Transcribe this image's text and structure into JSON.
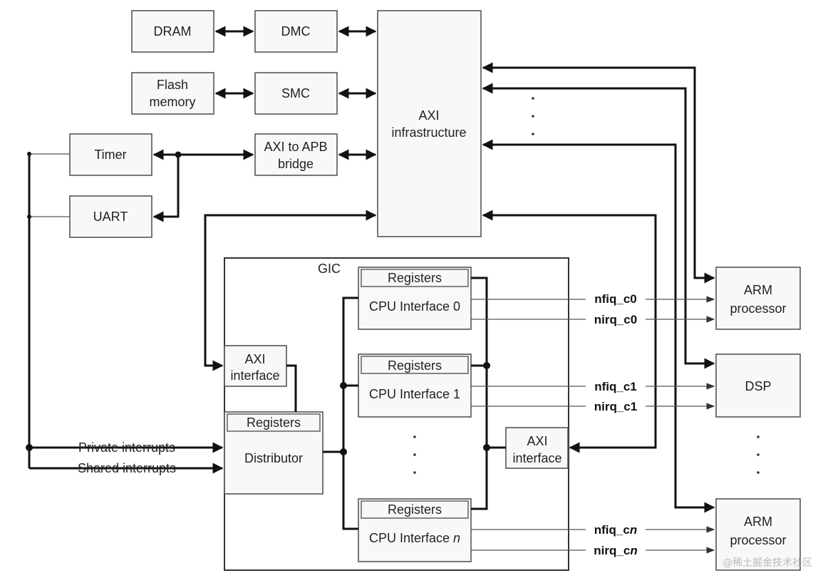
{
  "blocks": {
    "dram": "DRAM",
    "dmc": "DMC",
    "flash_line1": "Flash",
    "flash_line2": "memory",
    "smc": "SMC",
    "timer": "Timer",
    "uart": "UART",
    "apb_line1": "AXI to APB",
    "apb_line2": "bridge",
    "axi_line1": "AXI",
    "axi_line2": "infrastructure",
    "arm0_line1": "ARM",
    "arm0_line2": "processor",
    "dsp": "DSP",
    "armn_line1": "ARM",
    "armn_line2": "processor"
  },
  "gic": {
    "title": "GIC",
    "axi_if_left_line1": "AXI",
    "axi_if_left_line2": "interface",
    "distributor_registers": "Registers",
    "distributor": "Distributor",
    "cpu0_registers": "Registers",
    "cpu0": "CPU Interface 0",
    "cpu1_registers": "Registers",
    "cpu1": "CPU Interface 1",
    "cpun_registers": "Registers",
    "cpun_prefix": "CPU Interface ",
    "cpun_suffix": "n",
    "axi_if_right_line1": "AXI",
    "axi_if_right_line2": "interface"
  },
  "inputs": {
    "private": "Private interrupts",
    "shared": "Shared interrupts"
  },
  "signals": {
    "nfiq_c0": "nfiq_c0",
    "nirq_c0": "nirq_c0",
    "nfiq_c1": "nfiq_c1",
    "nirq_c1": "nirq_c1",
    "nfiq_cn_prefix": "nfiq_c",
    "nfiq_cn_suffix": "n",
    "nirq_cn_prefix": "nirq_c",
    "nirq_cn_suffix": "n"
  },
  "watermark": "@稀土掘金技术社区"
}
